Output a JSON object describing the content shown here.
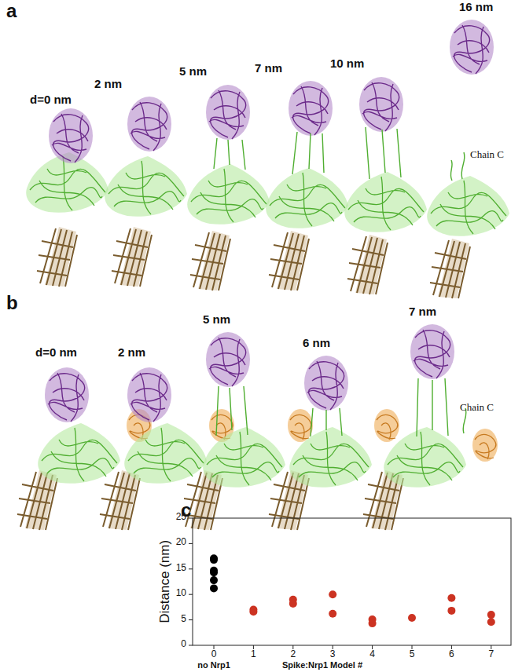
{
  "diagram": {
    "labels": [
      "a",
      "d=0 nm",
      "2 nm",
      "5 nm",
      "7 nm",
      "10 nm",
      "16 nm",
      "Chain C",
      "b",
      "d=0 nm",
      "2 nm",
      "5 nm",
      "6 nm",
      "7 nm",
      "Chain C",
      "c",
      "25",
      "20",
      "15",
      "10",
      "5",
      "0",
      "0",
      "1",
      "2",
      "3",
      "4",
      "5",
      "6",
      "7",
      "no Nrp1",
      "Spike:Nrp1 Model #",
      "Distance (nm)"
    ]
  }
}
